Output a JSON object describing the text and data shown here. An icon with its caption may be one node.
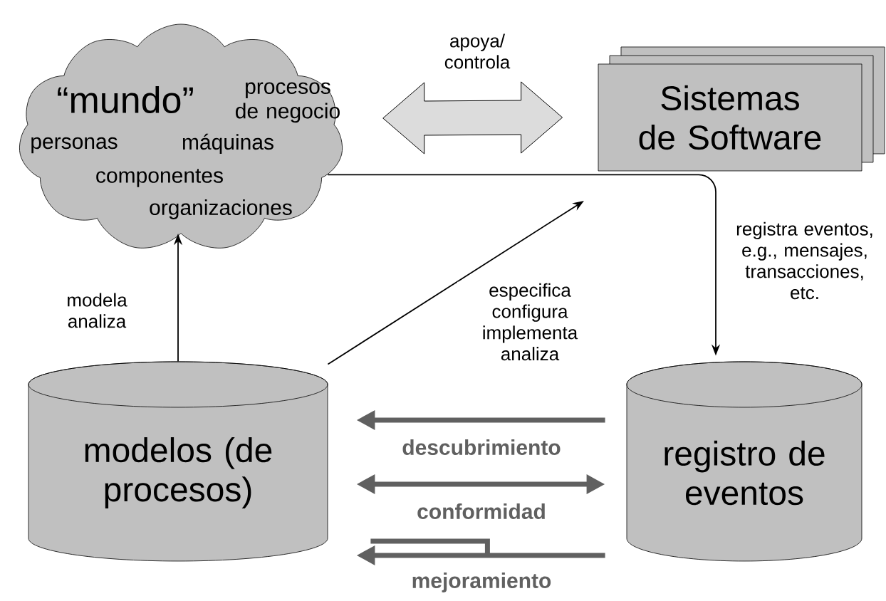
{
  "diagram": {
    "nodes": [
      {
        "text": [
          "“mundo”",
          "procesos de negocio",
          "personas",
          "máquinas",
          "componentes",
          "organizaciones"
        ]
      },
      {
        "text": [
          "Sistemas de Software"
        ]
      },
      {
        "text": [
          "modelos (de procesos)"
        ]
      },
      {
        "text": [
          "registro de eventos"
        ]
      }
    ],
    "edges": [
      {
        "from": 0,
        "to": 1,
        "arrow": "both",
        "label": "apoya/ controla",
        "style": "thick",
        "color": "#dcdcdc"
      },
      {
        "from": 0,
        "to": 3,
        "arrow": "to",
        "label": "registra eventos, e.g., mensajes, transacciones, etc."
      },
      {
        "from": 2,
        "to": 0,
        "arrow": "to",
        "label": "modela analiza"
      },
      {
        "from": 2,
        "to": null,
        "arrow": "to",
        "label": "especifica configura implementa analiza"
      },
      {
        "from": 3,
        "to": 2,
        "arrow": "to",
        "label": "descubrimiento",
        "style": "thick",
        "color": "#606060"
      },
      {
        "from": 2,
        "to": 3,
        "arrow": "both",
        "label": "conformidad",
        "style": "thick",
        "color": "#606060"
      },
      {
        "from": 3,
        "to": 2,
        "arrow": "to",
        "label": "mejoramiento",
        "style": "thick",
        "color": "#606060"
      }
    ]
  }
}
